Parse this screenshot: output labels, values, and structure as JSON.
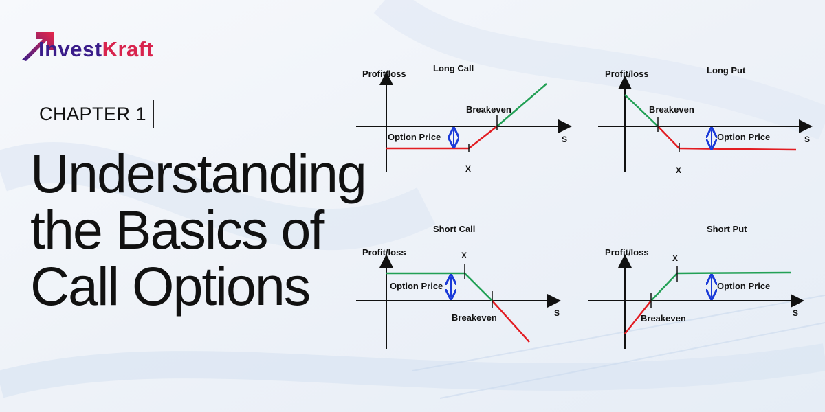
{
  "brand": {
    "part1": "Invest",
    "part2": "Kraft",
    "color1": "#3a1d8a",
    "color2": "#d8244e"
  },
  "chapter": "CHAPTER 1",
  "title_lines": [
    "Understanding",
    "the Basics of",
    "Call Options"
  ],
  "colors": {
    "profit": "#22a055",
    "loss": "#e21c22",
    "premium_arrow": "#1a3ad8",
    "axis": "#111111"
  },
  "diagrams": [
    {
      "title": "Long Call",
      "y_axis_label": "Profit/loss",
      "x_axis_label": "S",
      "strike_label": "X",
      "breakeven_label": "Breakeven",
      "premium_label": "Option Price"
    },
    {
      "title": "Long Put",
      "y_axis_label": "Profit/loss",
      "x_axis_label": "S",
      "strike_label": "X",
      "breakeven_label": "Breakeven",
      "premium_label": "Option Price"
    },
    {
      "title": "Short Call",
      "y_axis_label": "Profit/loss",
      "x_axis_label": "S",
      "strike_label": "X",
      "breakeven_label": "Breakeven",
      "premium_label": "Option Price"
    },
    {
      "title": "Short Put",
      "y_axis_label": "Profit/loss",
      "x_axis_label": "S",
      "strike_label": "X",
      "breakeven_label": "Breakeven",
      "premium_label": "Option Price"
    }
  ]
}
